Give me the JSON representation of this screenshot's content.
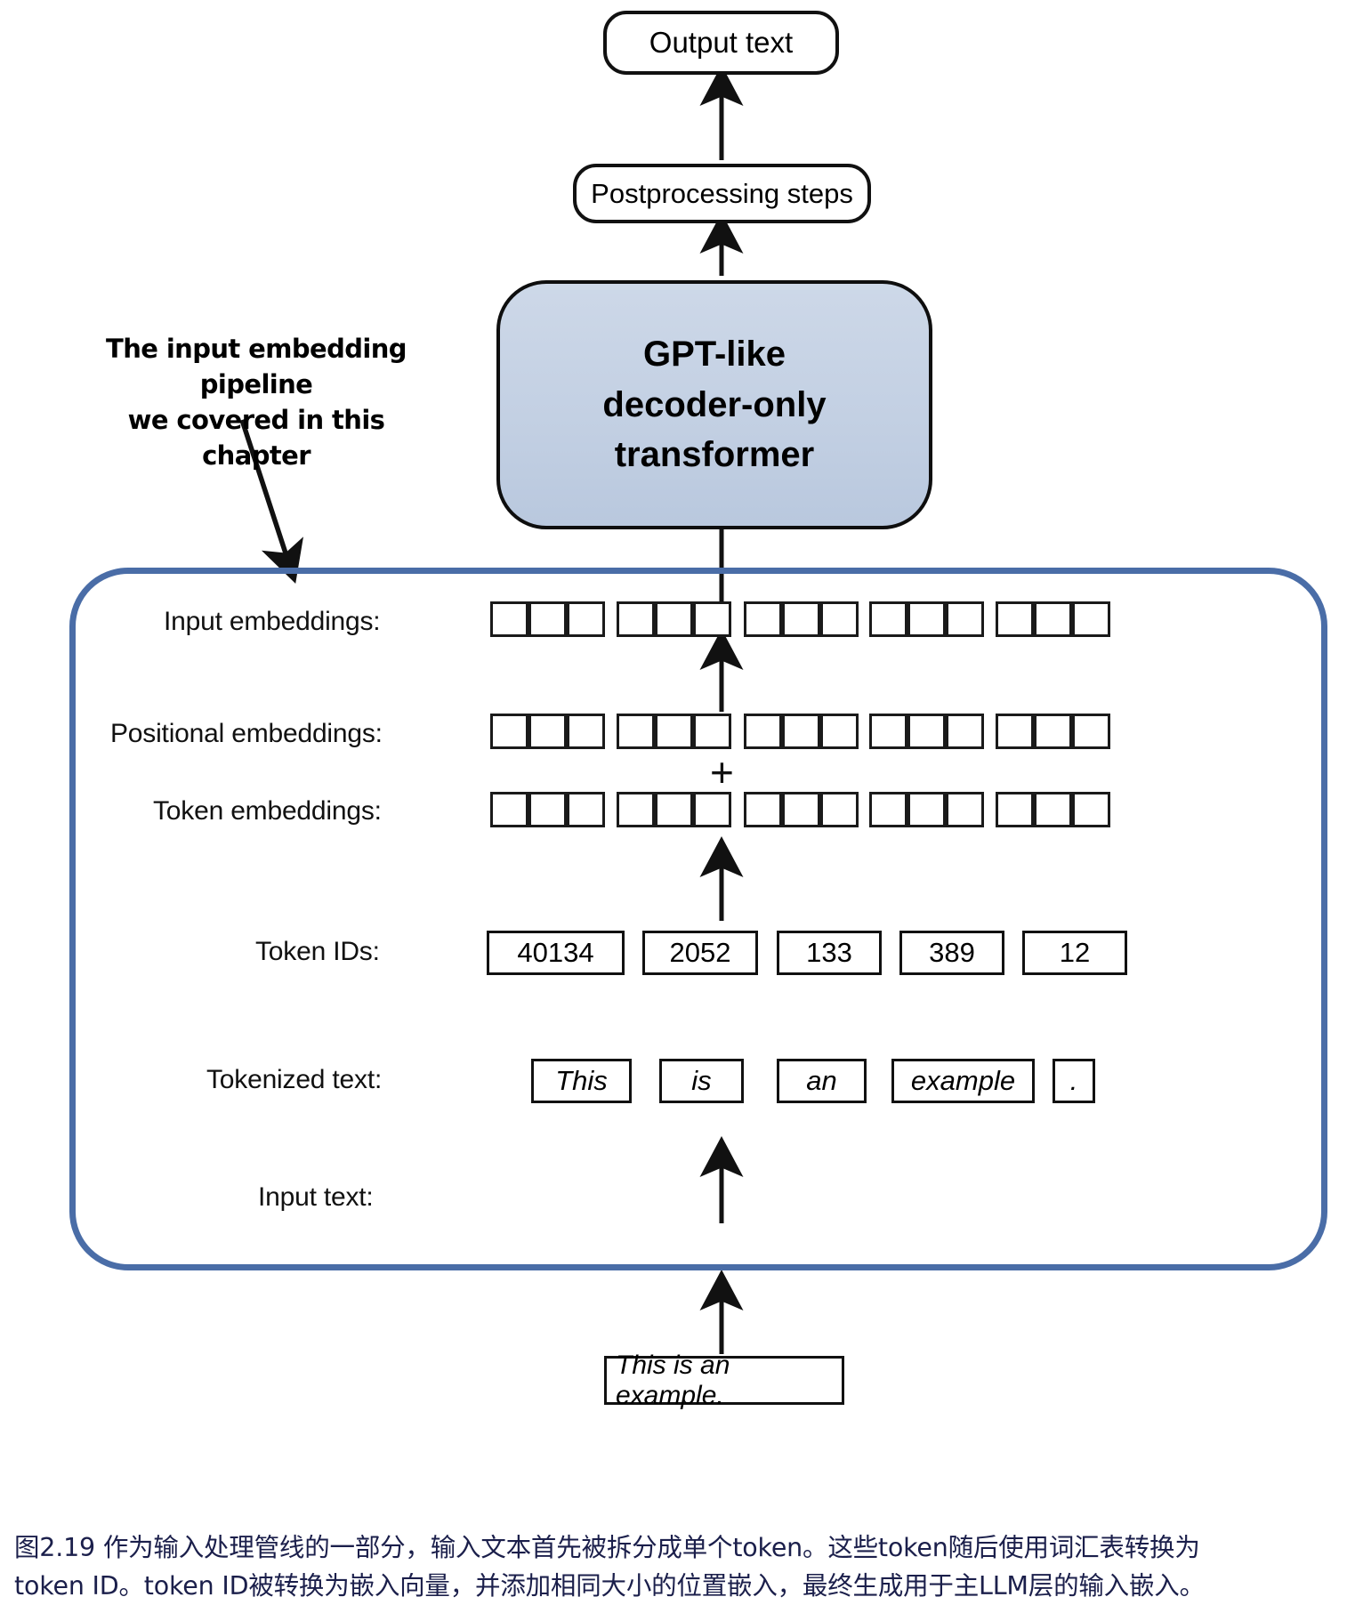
{
  "flow": {
    "output_text": "Output text",
    "postprocessing": "Postprocessing steps",
    "transformer": "GPT-like\ndecoder-only\ntransformer"
  },
  "annotation": {
    "text": "The input embedding pipeline\nwe covered in this chapter"
  },
  "rows": {
    "input_embeddings_label": "Input embeddings:",
    "positional_embeddings_label": "Positional embeddings:",
    "token_embeddings_label": "Token embeddings:",
    "token_ids_label": "Token IDs:",
    "tokenized_text_label": "Tokenized text:",
    "input_text_label": "Input text:"
  },
  "operators": {
    "plus": "+"
  },
  "vectors": {
    "groups": 5,
    "cells_per_group": 3
  },
  "token_ids": [
    "40134",
    "2052",
    "133",
    "389",
    "12"
  ],
  "tokens": [
    "This",
    "is",
    "an",
    "example",
    "."
  ],
  "input_text": "This is an example.",
  "caption": {
    "line1": "图2.19 作为输入处理管线的一部分，输入文本首先被拆分成单个token。这些token随后使用词汇表转换为",
    "line2": "token ID。token ID被转换为嵌入向量，并添加相同大小的位置嵌入，最终生成用于主LLM层的输入嵌入。"
  },
  "colors": {
    "transformer_fill": "#c6d2e4",
    "pipeline_border": "#4a6da7",
    "stroke": "#111111",
    "caption_text": "#1b1f4b"
  }
}
